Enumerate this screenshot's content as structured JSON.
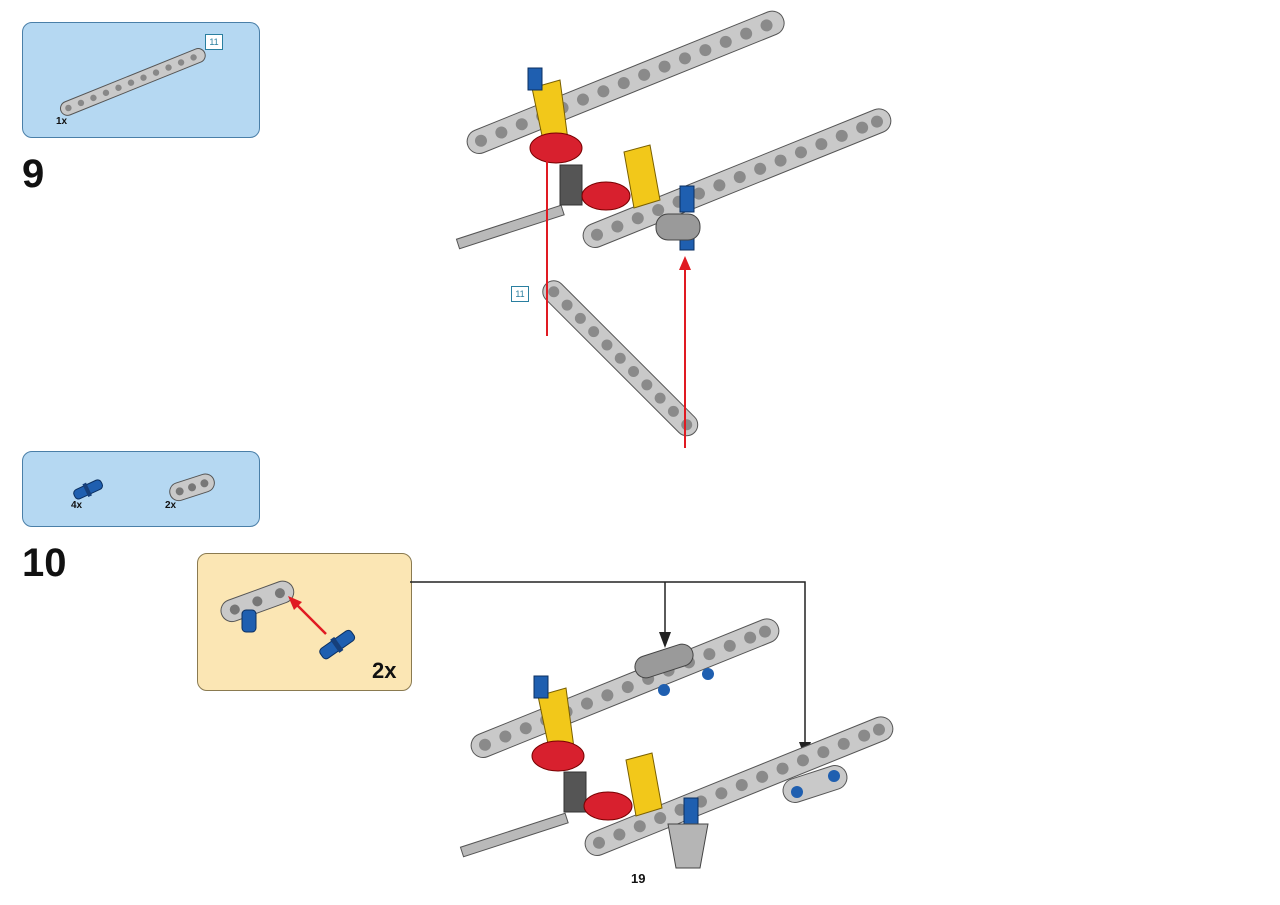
{
  "step9": {
    "number": "9",
    "parts": {
      "beam_length": "11",
      "beam_qty": "1x"
    },
    "beam_length_callout": "11"
  },
  "step10": {
    "number": "10",
    "parts": {
      "pin_qty": "4x",
      "link_qty": "2x"
    },
    "subassembly": {
      "quantity": "2x"
    }
  },
  "page_number": "19",
  "colors": {
    "parts_box": "#b5d8f2",
    "subassembly_box": "#fbe6b4",
    "beam_gray": "#c9c9c9",
    "yellow": "#f2c81a",
    "red": "#d8202e",
    "blue": "#1f5fb0",
    "arrow_red": "#e01a22"
  },
  "icons": [
    "beam-11-icon",
    "blue-pin-icon",
    "link-icon",
    "assembly-illustration"
  ]
}
